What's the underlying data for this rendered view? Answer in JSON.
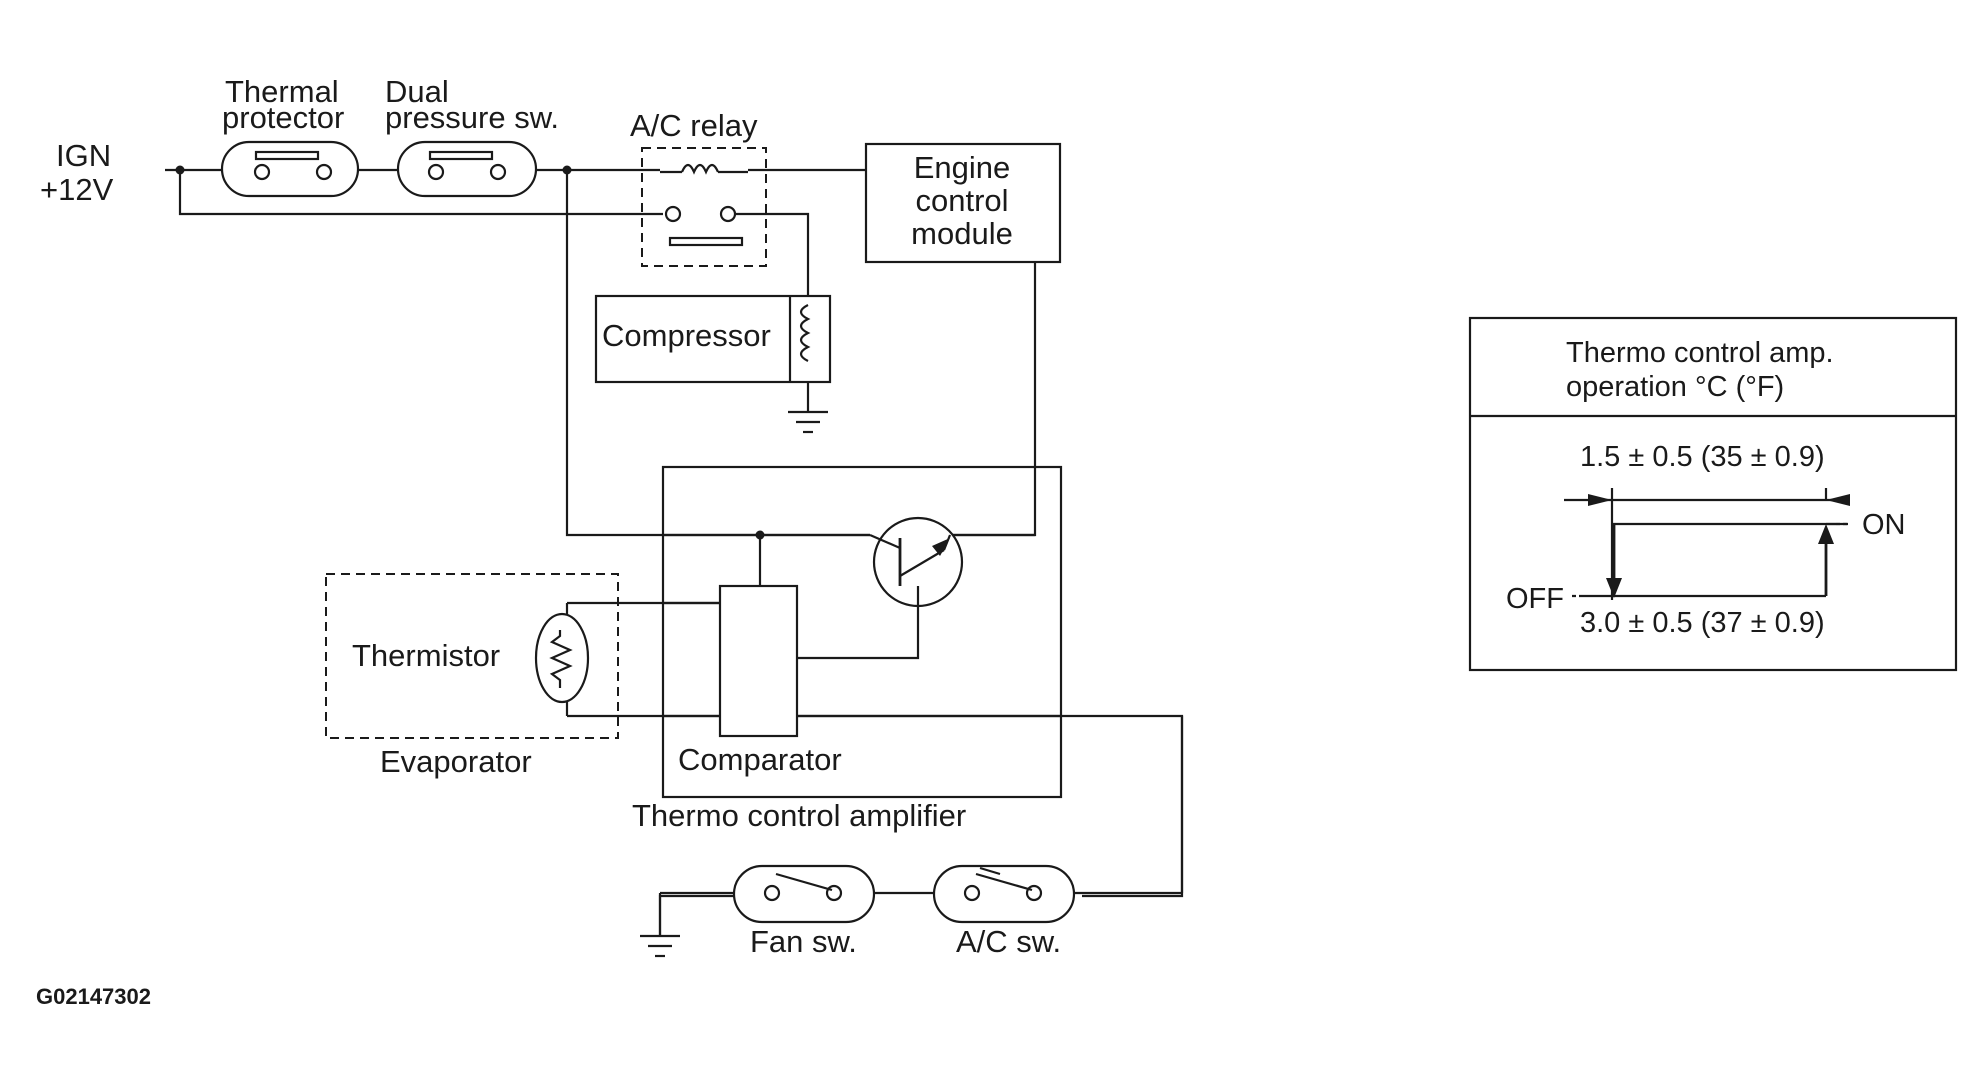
{
  "labels": {
    "ign": "IGN",
    "ign_voltage": "+12V",
    "thermal_protector_1": "Thermal",
    "thermal_protector_2": "protector",
    "dual_pressure_1": "Dual",
    "dual_pressure_2": "pressure sw.",
    "ac_relay": "A/C relay",
    "ecm_1": "Engine",
    "ecm_2": "control",
    "ecm_3": "module",
    "compressor": "Compressor",
    "thermistor": "Thermistor",
    "evaporator": "Evaporator",
    "comparator": "Comparator",
    "thermo_amp": "Thermo control amplifier",
    "fan_sw": "Fan sw.",
    "ac_sw": "A/C sw.",
    "figure_code": "G02147302"
  },
  "operation_table": {
    "header_1": "Thermo control amp.",
    "header_2": "operation  °C  (°F)",
    "on_threshold": "1.5 ± 0.5 (35 ± 0.9)",
    "off_threshold": "3.0 ± 0.5 (37 ± 0.9)",
    "on_label": "ON",
    "off_label": "OFF"
  }
}
